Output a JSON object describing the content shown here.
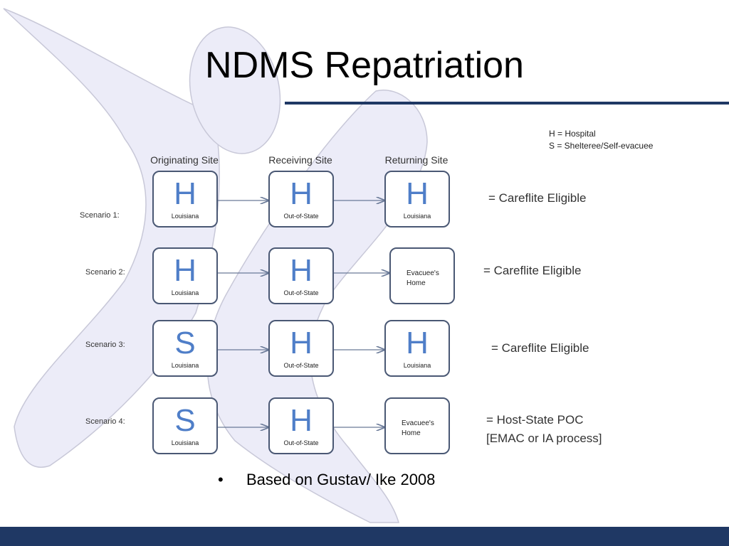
{
  "slide": {
    "title": "NDMS Repatriation",
    "bullet": "Based on Gustav/ Ike 2008"
  },
  "legend": {
    "line1": "H = Hospital",
    "line2": "S = Shelteree/Self-evacuee"
  },
  "columns": {
    "originating": "Originating Site",
    "receiving": "Receiving Site",
    "returning": "Returning Site"
  },
  "scenarios": [
    {
      "label": "Scenario 1:",
      "originating": {
        "letter": "H",
        "sub": "Louisiana"
      },
      "receiving": {
        "letter": "H",
        "sub": "Out-of-State"
      },
      "returning": {
        "letter": "H",
        "sub": "Louisiana"
      },
      "result_line1": "= Careflite Eligible",
      "result_line2": ""
    },
    {
      "label": "Scenario 2:",
      "originating": {
        "letter": "H",
        "sub": "Louisiana"
      },
      "receiving": {
        "letter": "H",
        "sub": "Out-of-State"
      },
      "returning": {
        "home_line1": "Evacuee's",
        "home_line2": "Home"
      },
      "result_line1": "= Careflite Eligible",
      "result_line2": ""
    },
    {
      "label": "Scenario 3:",
      "originating": {
        "letter": "S",
        "sub": "Louisiana"
      },
      "receiving": {
        "letter": "H",
        "sub": "Out-of-State"
      },
      "returning": {
        "letter": "H",
        "sub": "Louisiana"
      },
      "result_line1": "= Careflite Eligible",
      "result_line2": ""
    },
    {
      "label": "Scenario 4:",
      "originating": {
        "letter": "S",
        "sub": "Louisiana"
      },
      "receiving": {
        "letter": "H",
        "sub": "Out-of-State"
      },
      "returning": {
        "home_line1": "Evacuee's",
        "home_line2": "Home"
      },
      "result_line1": "= Host-State POC",
      "result_line2": "[EMAC or IA process]"
    }
  ],
  "colors": {
    "letter_blue": "#4f7ec8",
    "box_border": "#4a5874",
    "navy": "#1f3864",
    "figure_fill": "#ececf8",
    "figure_stroke": "#c8c8d8"
  }
}
